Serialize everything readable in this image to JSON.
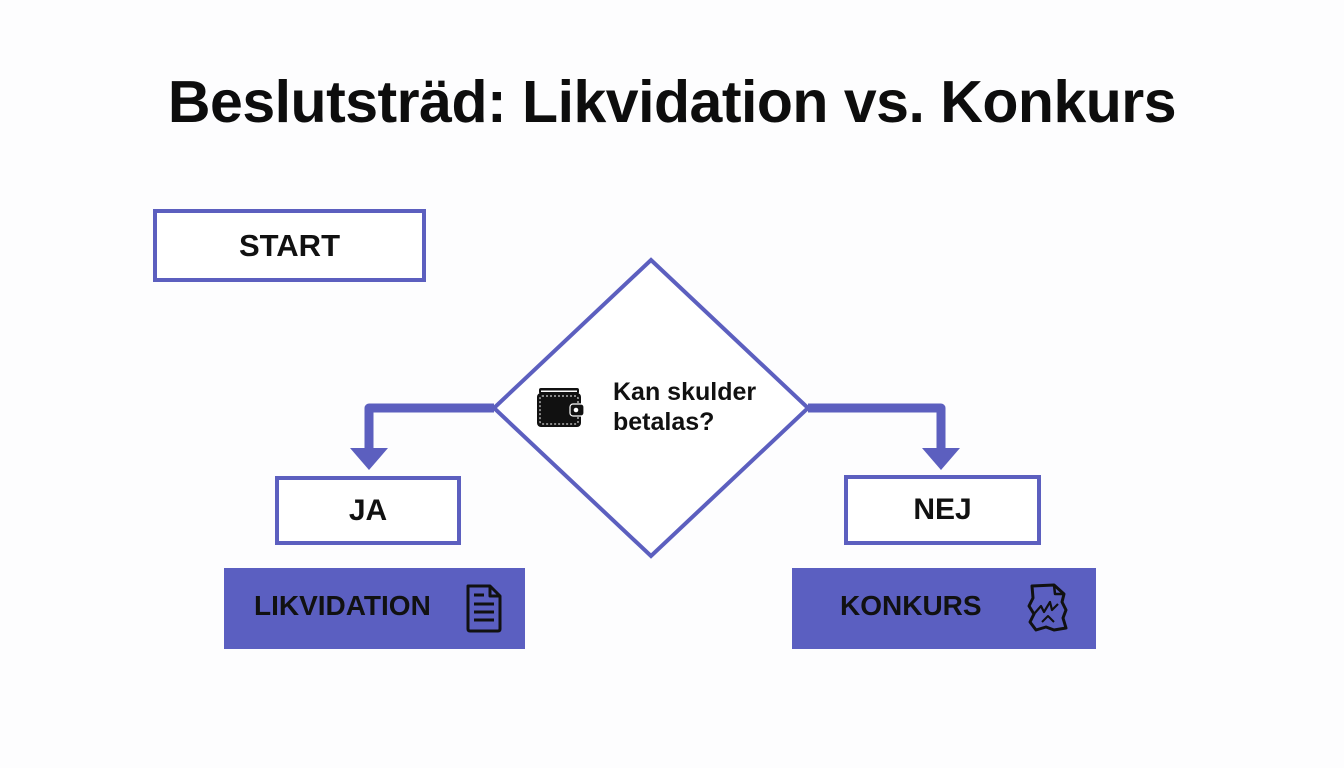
{
  "title": "Beslutsträd: Likvidation vs. Konkurs",
  "nodes": {
    "start": {
      "label": "START"
    },
    "decision": {
      "line1": "Kan skulder",
      "line2": "betalas?",
      "icon": "wallet-icon"
    },
    "yes": {
      "label": "JA"
    },
    "no": {
      "label": "NEJ"
    },
    "liquidation": {
      "label": "LIKVIDATION",
      "icon": "document-icon"
    },
    "bankruptcy": {
      "label": "KONKURS",
      "icon": "torn-document-icon"
    }
  },
  "edges": [
    {
      "from": "decision",
      "to": "yes",
      "direction": "left-down"
    },
    {
      "from": "decision",
      "to": "no",
      "direction": "right-down"
    }
  ],
  "colors": {
    "accent": "#5c5fbf",
    "outcome_fill": "#5b5fc1",
    "text": "#111111",
    "background": "#fdfdfe"
  }
}
